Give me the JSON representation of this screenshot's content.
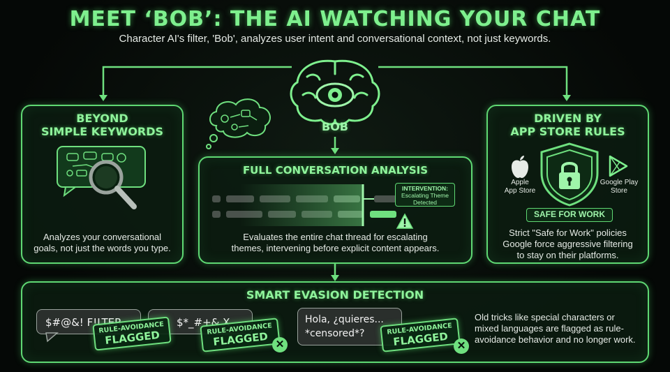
{
  "header": {
    "title": "MEET ‘BOB’: THE AI WATCHING YOUR CHAT",
    "subtitle": "Character AI's filter, 'Bob', analyzes user intent and conversational context, not just keywords."
  },
  "bob": {
    "label": "BOB"
  },
  "panel_keywords": {
    "title_line1": "BEYOND",
    "title_line2": "SIMPLE KEYWORDS",
    "desc_line1": "Analyzes your conversational",
    "desc_line2": "goals, not just the words you type."
  },
  "panel_analysis": {
    "title": "FULL CONVERSATION ANALYSIS",
    "intervention_line1": "INTERVENTION:",
    "intervention_line2": "Escalating Theme",
    "intervention_line3": "Detected",
    "desc_line1": "Evaluates the entire chat thread for escalating",
    "desc_line2": "themes, intervening before explicit content appears."
  },
  "panel_store": {
    "title_line1": "DRIVEN BY",
    "title_line2": "APP STORE RULES",
    "apple_line1": "Apple",
    "apple_line2": "App Store",
    "google_line1": "Google Play",
    "google_line2": "Store",
    "badge": "SAFE FOR WORK",
    "desc_line1": "Strict \"Safe for Work\" policies",
    "desc_line2": "Google force aggressive filtering",
    "desc_line3": "to stay on their platforms."
  },
  "panel_evasion": {
    "title": "SMART EVASION DETECTION",
    "bubble1": "$#@&! F!LTER",
    "bubble2": "$*_#+& X",
    "bubble3_line1": "Hola, ¿quieres...",
    "bubble3_line2": "*censored*?",
    "stamp_line1": "RULE-AVOIDANCE",
    "stamp_line2": "FLAGGED",
    "desc_line1": "Old tricks like special characters or",
    "desc_line2": "mixed languages are flagged as rule-",
    "desc_line3": "avoidance behavior and no longer work."
  },
  "colors": {
    "accent": "#5fd873",
    "glow": "#8ff39b",
    "background": "#050806"
  }
}
